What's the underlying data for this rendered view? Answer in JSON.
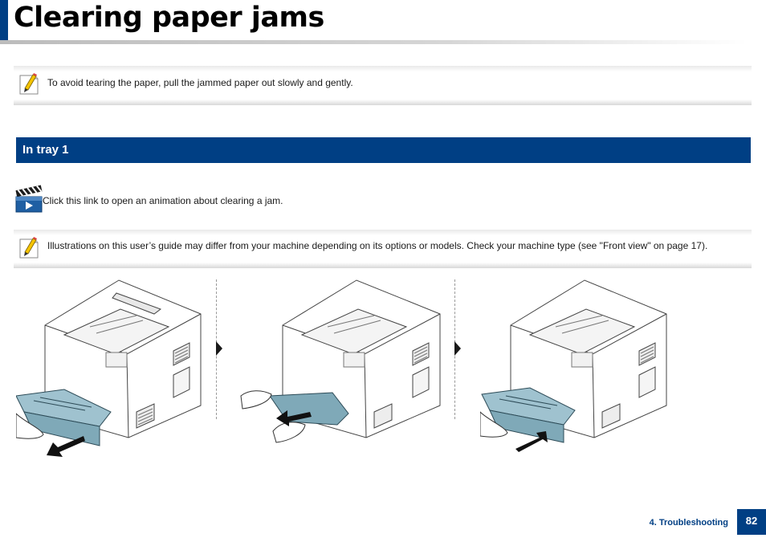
{
  "page": {
    "title": "Clearing paper jams"
  },
  "notes": [
    {
      "text": "To avoid tearing the paper, pull the jammed paper out slowly and gently."
    },
    {
      "text": "Illustrations on this user’s guide may differ from your machine depending on its options or models. Check your machine type (see \"Front view\" on page 17)."
    }
  ],
  "section": {
    "heading": "In tray 1"
  },
  "animation": {
    "link_text": "Click this link to open an animation about clearing a jam."
  },
  "footer": {
    "section": "4. Troubleshooting",
    "page_number": "82"
  },
  "colors": {
    "brand_blue": "#003f84",
    "note_icon_yellow": "#f5c400",
    "paper_blue": "#7fa9b8"
  },
  "icons": [
    "note-icon",
    "video-animation-icon",
    "step-arrow-icon"
  ]
}
